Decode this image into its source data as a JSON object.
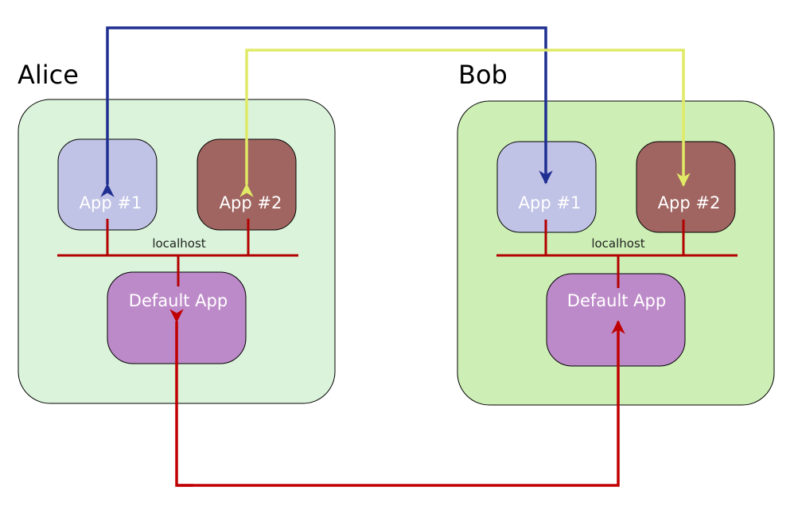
{
  "colors": {
    "alice_host_fill": "#daf3da",
    "bob_host_fill": "#cdefb6",
    "app1_fill": "#c0c2e6",
    "app2_fill": "#a06561",
    "default_app_fill": "#bd8ac9",
    "localhost_bus": "#b30000",
    "link_app1": "#1f2f91",
    "link_app2": "#e0ea66",
    "link_default": "#c00000"
  },
  "hosts": {
    "alice": {
      "name": "Alice",
      "app1": "App #1",
      "app2": "App #2",
      "bus": "localhost",
      "default_app": "Default App"
    },
    "bob": {
      "name": "Bob",
      "app1": "App #1",
      "app2": "App #2",
      "bus": "localhost",
      "default_app": "Default App"
    }
  }
}
